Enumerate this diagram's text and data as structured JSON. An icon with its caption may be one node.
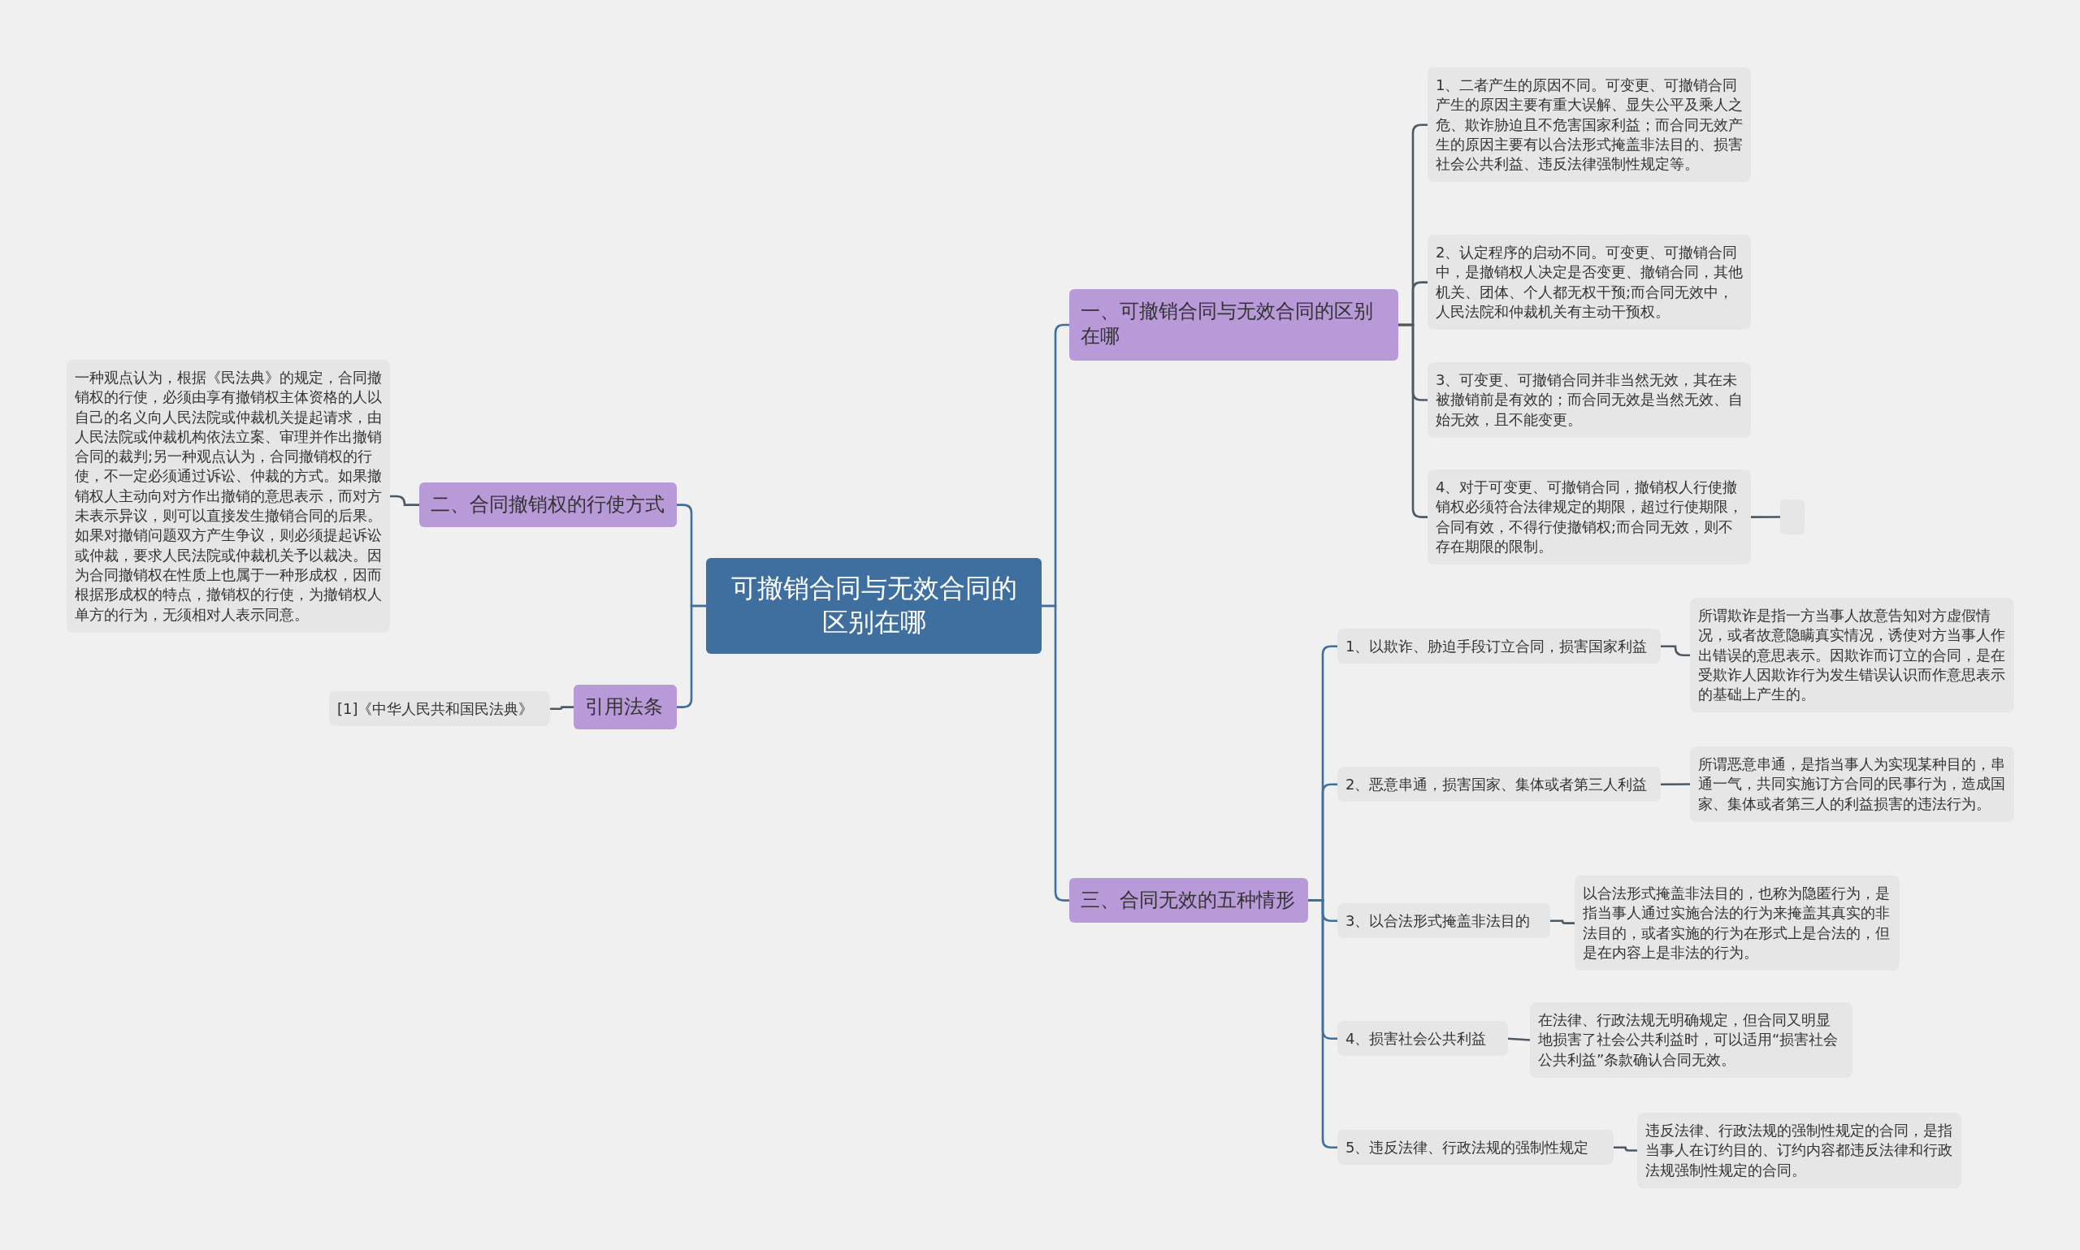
{
  "diagram": {
    "nodes": [
      {
        "text": [
          "可撤销合同与无效合同的区别在哪"
        ]
      },
      {
        "text": [
          "一、可撤销合同与无效合同的区别在哪"
        ]
      },
      {
        "text": [
          "1、二者产生的原因不同。可变更、可撤销合同产生的原因主要有重大误解、显失公平及乘人之危、欺诈胁迫且不危害国家利益；而合同无效产生的原因主要有以合法形式掩盖非法目的、损害社会公共利益、违反法律强制性规定等。"
        ]
      },
      {
        "text": [
          "2、认定程序的启动不同。可变更、可撤销合同中，是撤销权人决定是否变更、撤销合同，其他机关、团体、个人都无权干预;而合同无效中，人民法院和仲裁机关有主动干预权。"
        ]
      },
      {
        "text": [
          "3、可变更、可撤销合同并非当然无效，其在未被撤销前是有效的；而合同无效是当然无效、自始无效，且不能变更。"
        ]
      },
      {
        "text": [
          "4、对于可变更、可撤销合同，撤销权人行使撤销权必须符合法律规定的期限，超过行使期限，合同有效，不得行使撤销权;而合同无效，则不存在期限的限制。"
        ]
      },
      {
        "text": [],
        "shape": "box"
      },
      {
        "text": [
          "三、合同无效的五种情形"
        ]
      },
      {
        "text": [
          "1、以欺诈、胁迫手段订立合同，损害国家利益"
        ]
      },
      {
        "text": [
          "所谓欺诈是指一方当事人故意告知对方虚假情况，或者故意隐瞒真实情况，诱使对方当事人作出错误的意思表示。因欺诈而订立的合同，是在受欺诈人因欺诈行为发生错误认识而作意思表示的基础上产生的。"
        ]
      },
      {
        "text": [
          "2、恶意串通，损害国家、集体或者第三人利益"
        ]
      },
      {
        "text": [
          "所谓恶意串通，是指当事人为实现某种目的，串通一气，共同实施订方合同的民事行为，造成国家、集体或者第三人的利益损害的违法行为。"
        ]
      },
      {
        "text": [
          "3、以合法形式掩盖非法目的"
        ]
      },
      {
        "text": [
          "以合法形式掩盖非法目的，也称为隐匿行为，是指当事人通过实施合法的行为来掩盖其真实的非法目的，或者实施的行为在形式上是合法的，但是在内容上是非法的行为。"
        ]
      },
      {
        "text": [
          "4、损害社会公共利益"
        ]
      },
      {
        "text": [
          "在法律、行政法规无明确规定，但合同又明显地损害了社会公共利益时，可以适用“损害社会公共利益”条款确认合同无效。"
        ]
      },
      {
        "text": [
          "5、违反法律、行政法规的强制性规定"
        ]
      },
      {
        "text": [
          "违反法律、行政法规的强制性规定的合同，是指当事人在订约目的、订约内容都违反法律和行政法规强制性规定的合同。"
        ]
      },
      {
        "text": [
          "二、合同撤销权的行使方式"
        ]
      },
      {
        "text": [
          "一种观点认为，根据《民法典》的规定，合同撤销权的行使，必须由享有撤销权主体资格的人以自己的名义向人民法院或仲裁机关提起请求，由人民法院或仲裁机构依法立案、审理并作出撤销合同的裁判;另一种观点认为，合同撤销权的行使，不一定必须通过诉讼、仲裁的方式。如果撤销权人主动向对方作出撤销的意思表示，而对方未表示异议，则可以直接发生撤销合同的后果。如果对撤销问题双方产生争议，则必须提起诉讼或仲裁，要求人民法院或仲裁机关予以裁决。因为合同撤销权在性质上也属于一种形成权，因而根据形成权的特点，撤销权的行使，为撤销权人单方的行为，无须相对人表示同意。"
        ]
      },
      {
        "text": [
          "引用法条"
        ]
      },
      {
        "text": [
          "[1]《中华人民共和国民法典》"
        ]
      }
    ],
    "edges": [
      {
        "from": 0,
        "to": 1,
        "arrow": "none"
      },
      {
        "from": 1,
        "to": 2,
        "arrow": "none"
      },
      {
        "from": 1,
        "to": 3,
        "arrow": "none"
      },
      {
        "from": 1,
        "to": 4,
        "arrow": "none"
      },
      {
        "from": 1,
        "to": 5,
        "arrow": "none"
      },
      {
        "from": 5,
        "to": 6,
        "arrow": "none"
      },
      {
        "from": 0,
        "to": 7,
        "arrow": "none"
      },
      {
        "from": 7,
        "to": 8,
        "arrow": "none"
      },
      {
        "from": 8,
        "to": 9,
        "arrow": "none"
      },
      {
        "from": 7,
        "to": 10,
        "arrow": "none"
      },
      {
        "from": 10,
        "to": 11,
        "arrow": "none"
      },
      {
        "from": 7,
        "to": 12,
        "arrow": "none"
      },
      {
        "from": 12,
        "to": 13,
        "arrow": "none"
      },
      {
        "from": 7,
        "to": 14,
        "arrow": "none"
      },
      {
        "from": 14,
        "to": 15,
        "arrow": "none"
      },
      {
        "from": 7,
        "to": 16,
        "arrow": "none"
      },
      {
        "from": 16,
        "to": 17,
        "arrow": "none"
      },
      {
        "from": 0,
        "to": 18,
        "arrow": "none"
      },
      {
        "from": 18,
        "to": 19,
        "arrow": "none"
      },
      {
        "from": 0,
        "to": 20,
        "arrow": "none"
      },
      {
        "from": 20,
        "to": 21,
        "arrow": "none"
      }
    ]
  }
}
